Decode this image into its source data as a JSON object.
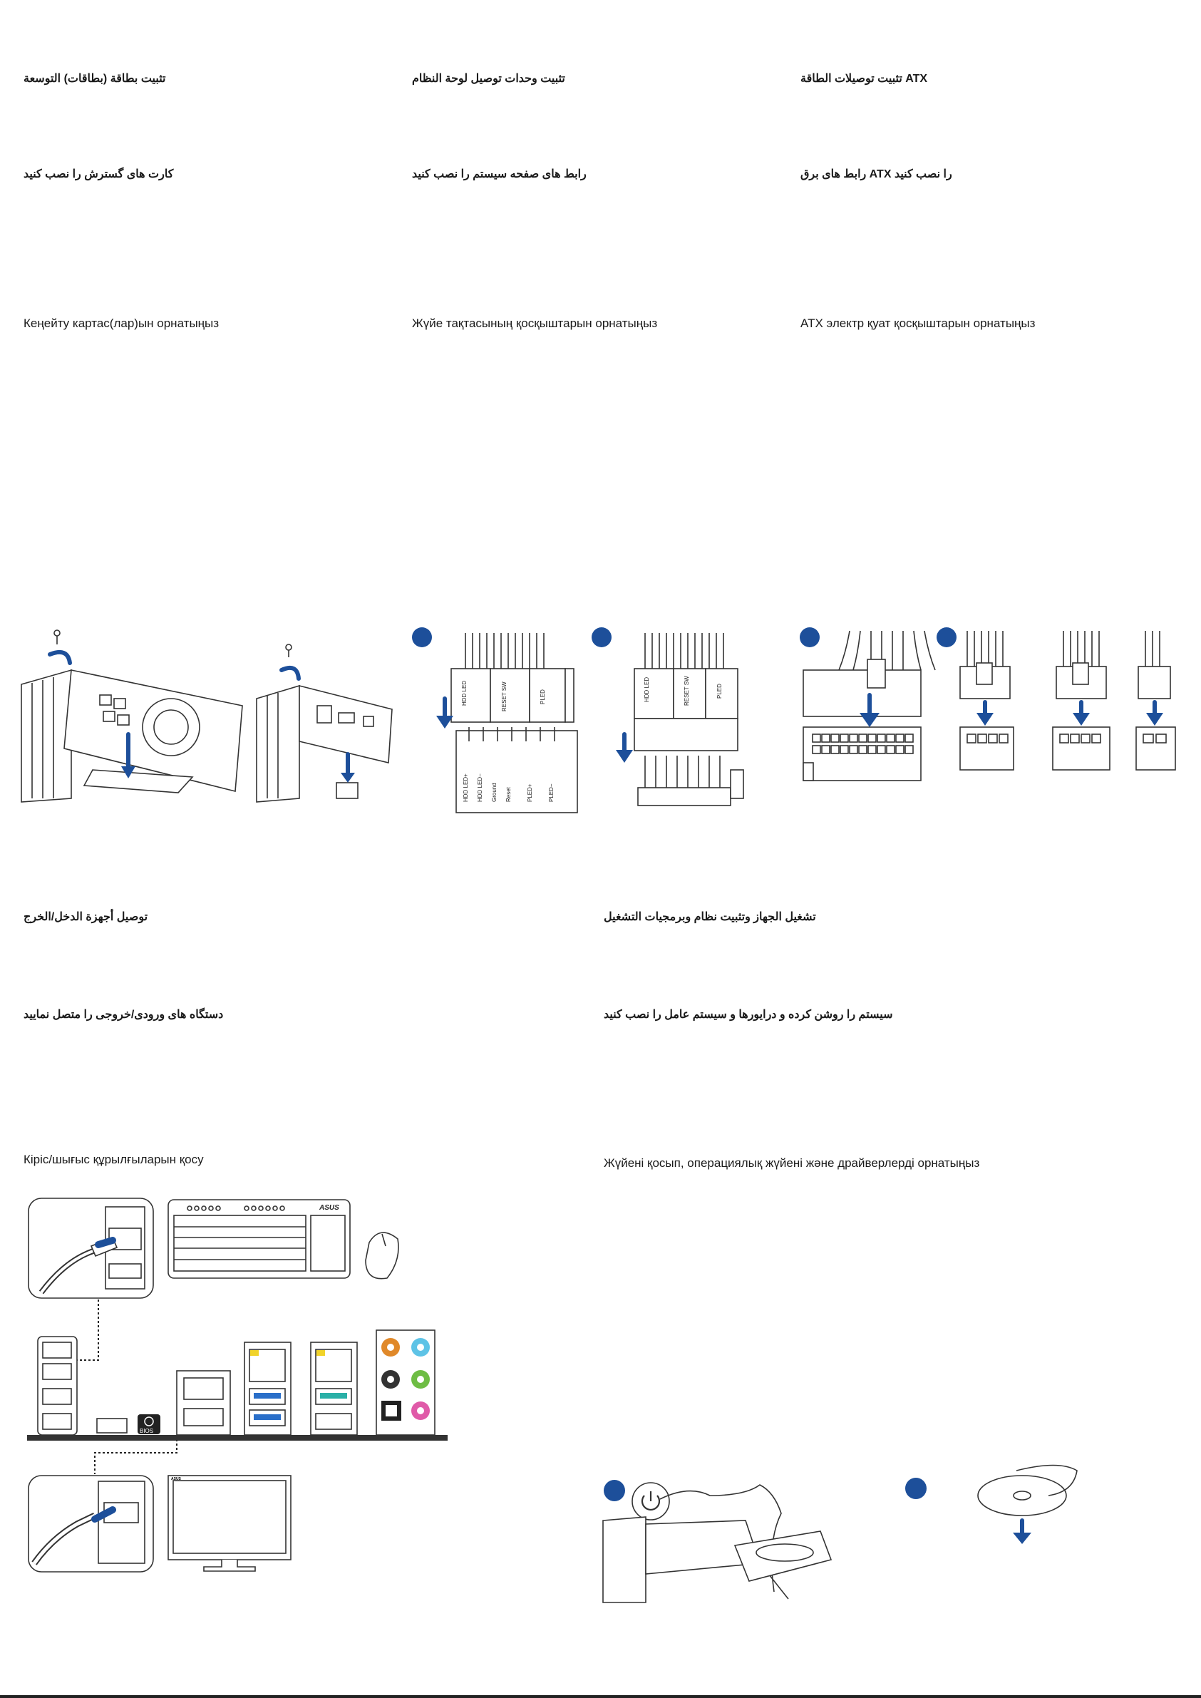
{
  "row1": {
    "col1_ar": "تثبيت بطاقة (بطاقات) التوسعة",
    "col1_fa": "کارت های گسترش را نصب کنيد",
    "col1_kz": "Кеңейту картас(лар)ын орнатыңыз",
    "col2_ar": "تثبيت وحدات توصيل لوحة النظام",
    "col2_fa": "رابط های صفحه سیستم را نصب کنيد",
    "col2_kz": "Жүйе тақтасының қосқыштарын орнатыңыз",
    "col3_ar": "تثبيت توصيلات الطاقة ATX",
    "col3_fa": "رابط های برق ATX را نصب کنيد",
    "col3_kz": "ATX электр қуат қосқыштарын орнатыңыз"
  },
  "row2": {
    "col1_ar": "توصيل أجهزة الدخل/الخرج",
    "col1_fa": "دستگاه های ورودی/خروجی را متصل نمایيد",
    "col1_kz": "Кіріс/шығыс құрылғыларын қосу",
    "col2_ar": "تشغيل الجهاز وتثبيت نظام وبرمجيات التشغيل",
    "col2_fa": "سیستم را روشن کرده و درايورها و سیستم عامل را نصب کنيد",
    "col2_kz": "Жүйені қосып, операциялық жүйені және драйверлерді орнатыңыз"
  },
  "panel_labels": {
    "hdd_led": "HDD LED",
    "reset_sw": "RESET SW",
    "pled": "PLED",
    "bios": "BIOS",
    "brand": "ASUS"
  },
  "pin_labels": [
    "HDD LED+",
    "HDD LED−",
    "Ground",
    "Reset",
    "PLED+",
    "PLED−"
  ],
  "colors": {
    "accent": "#1d4f9a",
    "line": "#333333",
    "led_yellow": "#f1d32a",
    "usb3_blue": "#2a6fc9",
    "audio_orange": "#e0892a",
    "audio_blue": "#5ec3e6",
    "audio_green": "#6ebd44",
    "audio_pink": "#e05aa8"
  }
}
